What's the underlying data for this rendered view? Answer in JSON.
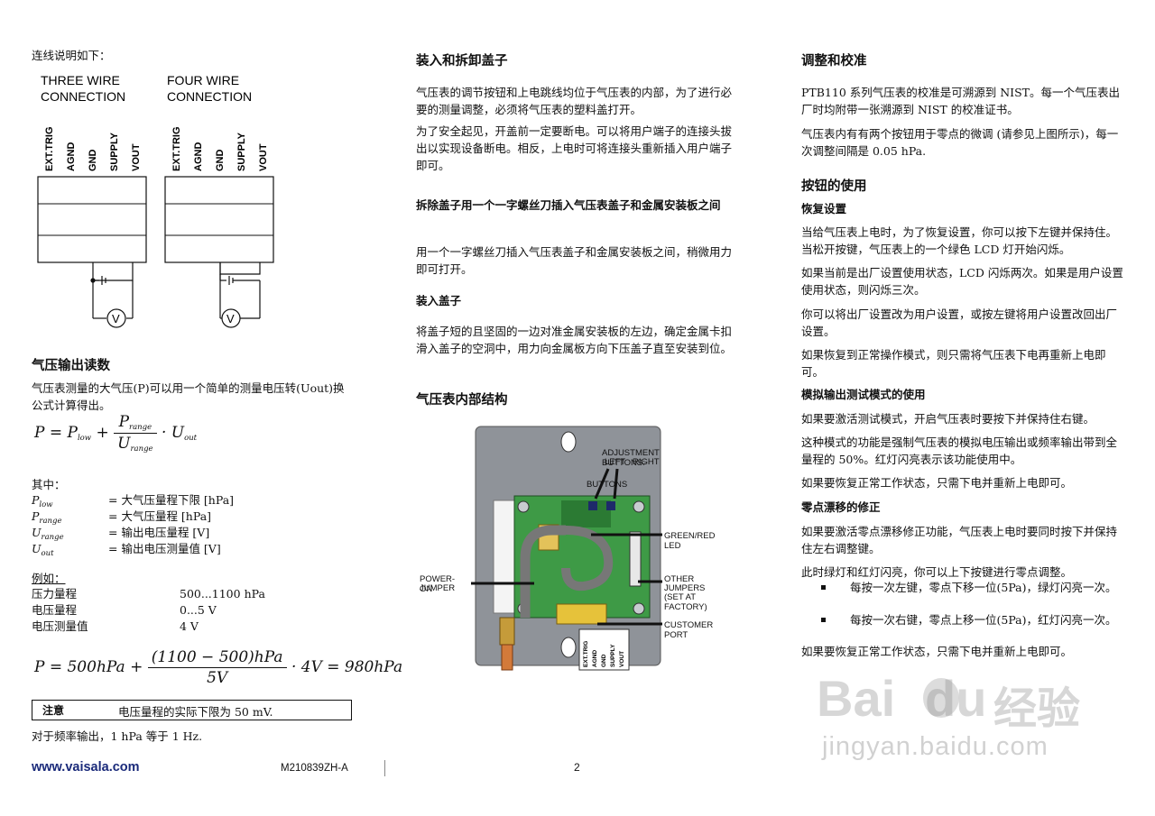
{
  "left": {
    "intro": "连线说明如下：",
    "diagram": {
      "three_title_1": "THREE WIRE",
      "three_title_2": "CONNECTION",
      "four_title_1": "FOUR WIRE",
      "four_title_2": "CONNECTION",
      "terminals": [
        "EXT.TRIG",
        "AGND",
        "GND",
        "SUPPLY",
        "VOUT"
      ],
      "meter_label": "V"
    },
    "section_title": "气压输出读数",
    "para1": "气压表测量的大气压(P)可以用一个简单的测量电压转(Uout)换公式计算得出。",
    "formula1": {
      "lhs": "P",
      "eq": " = P",
      "sub_low": "low",
      "plus": " + ",
      "num": "P",
      "num_sub": "range",
      "den": "U",
      "den_sub": "range",
      "tail": "· U",
      "tail_sub": "out"
    },
    "where_label": "其中：",
    "definitions": [
      {
        "sym": "P",
        "sub": "low",
        "desc": "= 大气压量程下限 [hPa]"
      },
      {
        "sym": "P",
        "sub": "range",
        "desc": "= 大气压量程 [hPa]"
      },
      {
        "sym": "U",
        "sub": "range",
        "desc": "= 输出电压量程 [V]"
      },
      {
        "sym": "U",
        "sub": "out",
        "desc": "= 输出电压测量值 [V]"
      }
    ],
    "example_label": "例如：",
    "examples": [
      {
        "k": "压力量程",
        "v": "500...1100 hPa"
      },
      {
        "k": "电压量程",
        "v": "0...5 V"
      },
      {
        "k": "电压测量值",
        "v": "4 V"
      }
    ],
    "formula2": {
      "lhs": "P = 500hPa + ",
      "num": "(1100 − 500)hPa",
      "den": "5V",
      "tail": "· 4V = 980hPa"
    },
    "note_label": "注意",
    "note_text": "电压量程的实际下限为 50 mV.",
    "freq_text": "对于频率输出，1 hPa 等于 1 Hz.",
    "footer_url": "www.vaisala.com",
    "footer_code": "M210839ZH-A"
  },
  "middle": {
    "title1": "装入和拆卸盖子",
    "para1": "气压表的调节按钮和上电跳线均位于气压表的内部，为了进行必要的测量调整，必须将气压表的塑料盖打开。",
    "para2": "为了安全起见，开盖前一定要断电。可以将用户端子的连接头拔出以实现设备断电。相反，上电时可将连接头重新插入用户端子即可。",
    "title2": "拆除盖子用一个一字螺丝刀插入气压表盖子和金属安装板之间",
    "para3": "用一个一字螺丝刀插入气压表盖子和金属安装板之间，稍微用力即可打开。",
    "title3": "装入盖子",
    "para4": "将盖子短的且坚固的一边对准金属安装板的左边，确定金属卡扣滑入盖子的空洞中，用力向金属板方向下压盖子直至安装到位。",
    "title4": "气压表内部结构",
    "photo": {
      "adj_1": "ADJUSTMENT BUTTONS:",
      "adj_2": "LEFT   RIGHT",
      "buttons": "BUTTONS",
      "led": "GREEN/RED LED",
      "power_1": "POWER-ON",
      "power_2": "JUMPER",
      "other_1": "OTHER",
      "other_2": "JUMPERS",
      "other_3": "(SET AT FACTORY)",
      "customer": "CUSTOMER PORT",
      "port_labels": [
        "EXT.TRIG",
        "AGND",
        "GND",
        "SUPPLY",
        "VOUT"
      ]
    },
    "page_number": "2"
  },
  "right": {
    "title1": "调整和校准",
    "para1": "PTB110 系列气压表的校准是可溯源到 NIST。每一个气压表出厂时均附带一张溯源到 NIST 的校准证书。",
    "para2": "气压表内有有两个按钮用于零点的微调 (请参见上图所示)，每一次调整间隔是 0.05 hPa.",
    "title2": "按钮的使用",
    "sub1": "恢复设置",
    "para3": "当给气压表上电时，为了恢复设置，你可以按下左键并保持住。当松开按键，气压表上的一个绿色 LCD 灯开始闪烁。",
    "para4": "如果当前是出厂设置使用状态，LCD 闪烁两次。如果是用户设置使用状态，则闪烁三次。",
    "para5": "你可以将出厂设置改为用户设置，或按左键将用户设置改回出厂设置。",
    "para6": "如果恢复到正常操作模式，则只需将气压表下电再重新上电即可。",
    "sub2": "模拟输出测试模式的使用",
    "para7": "如果要激活测试模式，开启气压表时要按下并保持住右键。",
    "para8": "这种模式的功能是强制气压表的模拟电压输出或频率输出带到全量程的 50%。红灯闪亮表示该功能使用中。",
    "para9": "如果要恢复正常工作状态，只需下电并重新上电即可。",
    "sub3": "零点漂移的修正",
    "para10": "如果要激活零点漂移修正功能，气压表上电时要同时按下并保持住左右调整键。",
    "para11": "此时绿灯和红灯闪亮，你可以上下按键进行零点调整。",
    "bullet1": "每按一次左键，零点下移一位(5Pa)，绿灯闪亮一次。",
    "bullet2": "每按一次右键，零点上移一位(5Pa)，红灯闪亮一次。",
    "para12": "如果要恢复正常工作状态，只需下电并重新上电即可。",
    "watermark_1": "Bai",
    "watermark_2": "du",
    "watermark_3": "经验",
    "watermark_4": "jingyan.baidu.com"
  }
}
